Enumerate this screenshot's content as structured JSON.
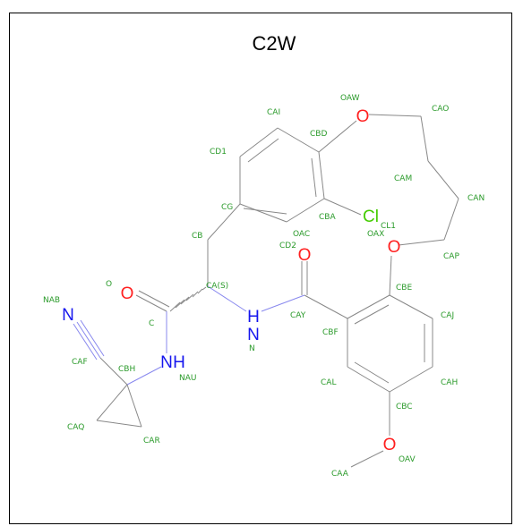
{
  "title": "C2W",
  "colors": {
    "bond": "#888888",
    "label": "#2a9a2a",
    "oxygen": "#ff2020",
    "nitrogen": "#1515ee",
    "chlorine": "#44cc00"
  },
  "atoms": {
    "O_top": "O",
    "O_right": "O",
    "O_bottom": "O",
    "O_carbonyl_left": "O",
    "O_carbonyl_mid": "O",
    "N_amide": "H",
    "N_amide_h": "N",
    "NH_bottom_n": "N",
    "NH_bottom_h": "H",
    "N_nitrile": "N",
    "Cl": "Cl"
  },
  "labels": {
    "oaw": "OAW",
    "cao": "CAO",
    "cai": "CAI",
    "cbd": "CBD",
    "cd1": "CD1",
    "cam": "CAM",
    "can": "CAN",
    "cg": "CG",
    "cba": "CBA",
    "oac": "OAC",
    "oax": "OAX",
    "cl1": "CL1",
    "cb": "CB",
    "cd2": "CD2",
    "cap": "CAP",
    "o": "O",
    "cas": "CA(S)",
    "cbe": "CBE",
    "nab": "NAB",
    "c": "C",
    "cay": "CAY",
    "caj": "CAJ",
    "cbf": "CBF",
    "n": "N",
    "caf": "CAF",
    "cbh": "CBH",
    "nau": "NAU",
    "cal": "CAL",
    "cah": "CAH",
    "caq": "CAQ",
    "car": "CAR",
    "cbc": "CBC",
    "oav": "OAV",
    "caa": "CAA"
  }
}
